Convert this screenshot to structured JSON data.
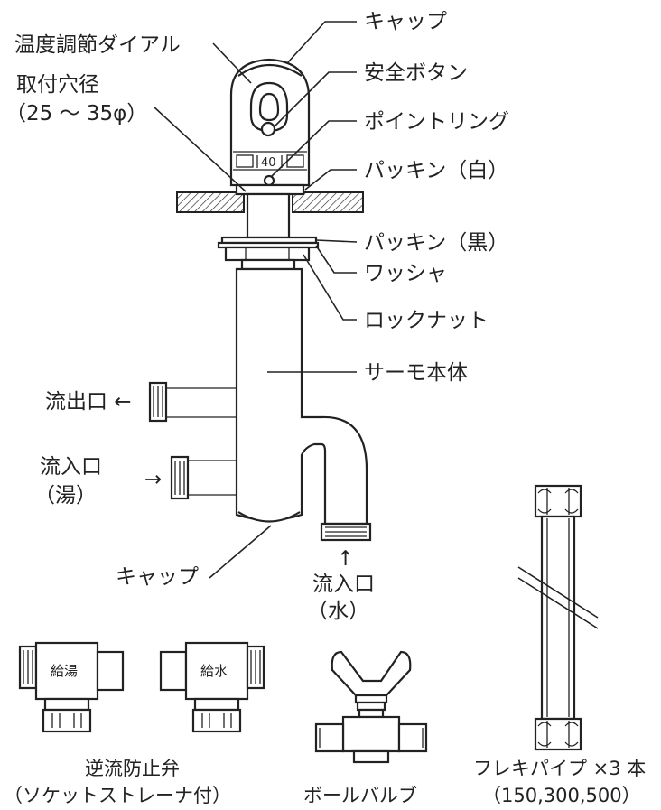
{
  "labels": {
    "cap_top": "キャップ",
    "temp_dial": "温度調節ダイアル",
    "safety_button": "安全ボタン",
    "mount_hole": "取付穴径",
    "mount_hole_size": "（25 ～ 35φ）",
    "point_ring": "ポイントリング",
    "packing_white": "パッキン（白）",
    "packing_black": "パッキン（黒）",
    "washer": "ワッシャ",
    "lock_nut": "ロックナット",
    "thermo_body": "サーモ本体",
    "outlet": "流出口 ←",
    "inlet_hot_line1": "流入口",
    "inlet_hot_line2": "（湯）",
    "inlet_hot_arrow": "→",
    "cap_bottom": "キャップ",
    "inlet_cold_arrow": "↑",
    "inlet_cold_line1": "流入口",
    "inlet_cold_line2": "（水）",
    "dial_number": "40",
    "valve_hot": "給湯",
    "valve_cold": "給水",
    "check_valve_line1": "逆流防止弁",
    "check_valve_line2": "（ソケットストレーナ付）",
    "ball_valve": "ボールバルブ",
    "flex_pipe_line1": "フレキパイプ ×3 本",
    "flex_pipe_line2": "（150,300,500）"
  }
}
